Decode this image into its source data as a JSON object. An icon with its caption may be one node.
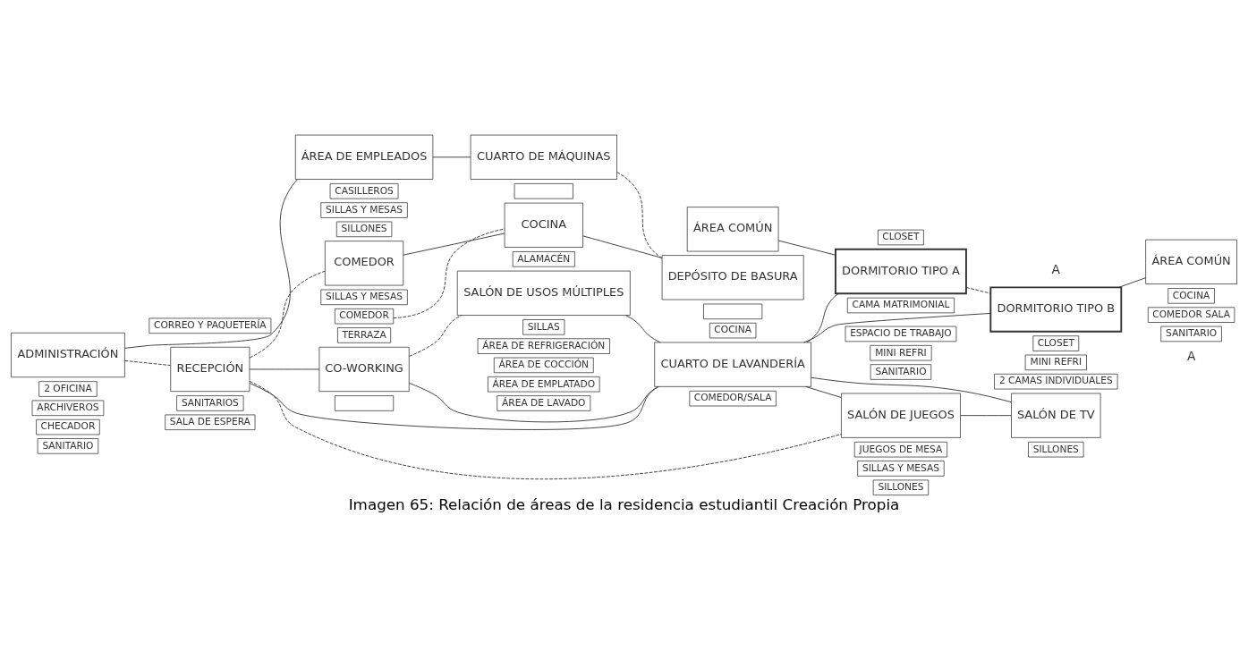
{
  "diagram": {
    "caption": "Imagen 65: Relación de áreas de la residencia estudiantil Creación Propia",
    "nodes": [
      {
        "text": [
          "ADMINISTRACIÓN"
        ]
      },
      {
        "text": [
          "2 OFICINA"
        ]
      },
      {
        "text": [
          "ARCHIVEROS"
        ]
      },
      {
        "text": [
          "CHECADOR"
        ]
      },
      {
        "text": [
          "SANITARIO"
        ]
      },
      {
        "text": [
          "RECEPCIÓN"
        ]
      },
      {
        "text": [
          "SALA DE ESPERA"
        ]
      },
      {
        "text": [
          "CORREO Y PAQUETERÍA"
        ]
      },
      {
        "text": [
          "SANITARIOS"
        ]
      },
      {
        "text": [
          "CO-WORKING"
        ]
      },
      {
        "text": [],
        "shape": "box"
      },
      {
        "text": [
          "SILLAS Y MESAS"
        ]
      },
      {
        "text": [
          "SILLONES"
        ]
      },
      {
        "text": [
          "SALÓN DE USOS MÚLTIPLES"
        ]
      },
      {
        "text": [
          "SILLAS"
        ]
      },
      {
        "text": [
          "ÁREA DE EMPLEADOS"
        ]
      },
      {
        "text": [
          "CASILLEROS"
        ]
      },
      {
        "text": [
          "COMEDOR"
        ]
      },
      {
        "text": [
          "COMEDOR"
        ]
      },
      {
        "text": [
          "SILLAS Y MESAS"
        ]
      },
      {
        "text": [
          "TERRAZA"
        ]
      },
      {
        "text": [
          "ÁREA COMÚN"
        ]
      },
      {
        "text": [
          "COCINA"
        ]
      },
      {
        "text": [
          "COMEDOR/SALA"
        ]
      },
      {
        "text": [
          "DORMITORIO TIPO A"
        ]
      },
      {
        "text": [
          "CAMA MATRIMONIAL"
        ]
      },
      {
        "text": [
          "CLOSET"
        ]
      },
      {
        "text": [
          "ESPACIO DE TRABAJO"
        ]
      },
      {
        "text": [
          "MINI REFRI"
        ]
      },
      {
        "text": [
          "SANITARIO"
        ]
      },
      {
        "text": [
          "CUARTO DE LAVANDERÍA"
        ]
      },
      {
        "text": [
          "DORMITORIO TIPO B"
        ]
      },
      {
        "text": [
          "2 CAMAS INDIVIDUALES"
        ]
      },
      {
        "text": [
          "CLOSET"
        ]
      },
      {
        "text": [
          "MINI REFRI"
        ]
      },
      {
        "text": [
          "ÁREA COMÚN"
        ]
      },
      {
        "text": [
          "COCINA"
        ]
      },
      {
        "text": [
          "COMEDOR SALA"
        ]
      },
      {
        "text": [
          "SANITARIO"
        ]
      },
      {
        "text": [
          "COCINA"
        ]
      },
      {
        "text": [
          "ALAMACÉN"
        ]
      },
      {
        "text": [
          "ÁREA DE REFRIGERACIÓN"
        ]
      },
      {
        "text": [
          "ÁREA DE COCCIÓN"
        ]
      },
      {
        "text": [
          "ÁREA DE EMPLATADO"
        ]
      },
      {
        "text": [
          "ÁREA DE LAVADO"
        ]
      },
      {
        "text": [
          "SALÓN DE JUEGOS"
        ]
      },
      {
        "text": [
          "JUEGOS DE MESA"
        ]
      },
      {
        "text": [
          "SILLAS Y MESAS"
        ]
      },
      {
        "text": [
          "SILLONES"
        ]
      },
      {
        "text": [
          "SALÓN DE TV"
        ]
      },
      {
        "text": [
          "SILLONES"
        ]
      },
      {
        "text": [
          "CUARTO DE MÁQUINAS"
        ]
      },
      {
        "text": [],
        "shape": "box"
      },
      {
        "text": [
          "DEPÓSITO DE BASURA"
        ]
      },
      {
        "text": [],
        "shape": "box"
      }
    ],
    "edges": [
      {
        "from": 0,
        "to": 5,
        "arrow": "none",
        "style": "dashed"
      },
      {
        "from": 0,
        "to": 15,
        "arrow": "none"
      },
      {
        "from": 5,
        "to": 9,
        "arrow": "none"
      },
      {
        "from": 9,
        "to": 13,
        "arrow": "none",
        "style": "dashed"
      },
      {
        "from": 5,
        "to": 30,
        "arrow": "none"
      },
      {
        "from": 9,
        "to": 30,
        "arrow": "none"
      },
      {
        "from": 13,
        "to": 30,
        "arrow": "none"
      },
      {
        "from": 30,
        "to": 24,
        "arrow": "none"
      },
      {
        "from": 30,
        "to": 31,
        "arrow": "none"
      },
      {
        "from": 24,
        "to": 31,
        "arrow": "none",
        "style": "dashed"
      },
      {
        "from": 21,
        "to": 24,
        "arrow": "none"
      },
      {
        "from": 31,
        "to": 35,
        "arrow": "none"
      },
      {
        "from": 30,
        "to": 45,
        "arrow": "none"
      },
      {
        "from": 30,
        "to": 49,
        "arrow": "none"
      },
      {
        "from": 45,
        "to": 49,
        "arrow": "none"
      },
      {
        "from": 5,
        "to": 45,
        "arrow": "none",
        "style": "dashed"
      },
      {
        "from": 5,
        "to": 18,
        "arrow": "none",
        "style": "dashed"
      },
      {
        "from": 18,
        "to": 39,
        "arrow": "none"
      },
      {
        "from": 39,
        "to": 53,
        "arrow": "none"
      },
      {
        "from": 17,
        "to": 39,
        "arrow": "none",
        "style": "dashed"
      },
      {
        "from": 15,
        "to": 51,
        "arrow": "none"
      },
      {
        "from": 51,
        "to": 53,
        "arrow": "none",
        "style": "dashed"
      }
    ],
    "labels": [
      "A",
      "A"
    ]
  }
}
